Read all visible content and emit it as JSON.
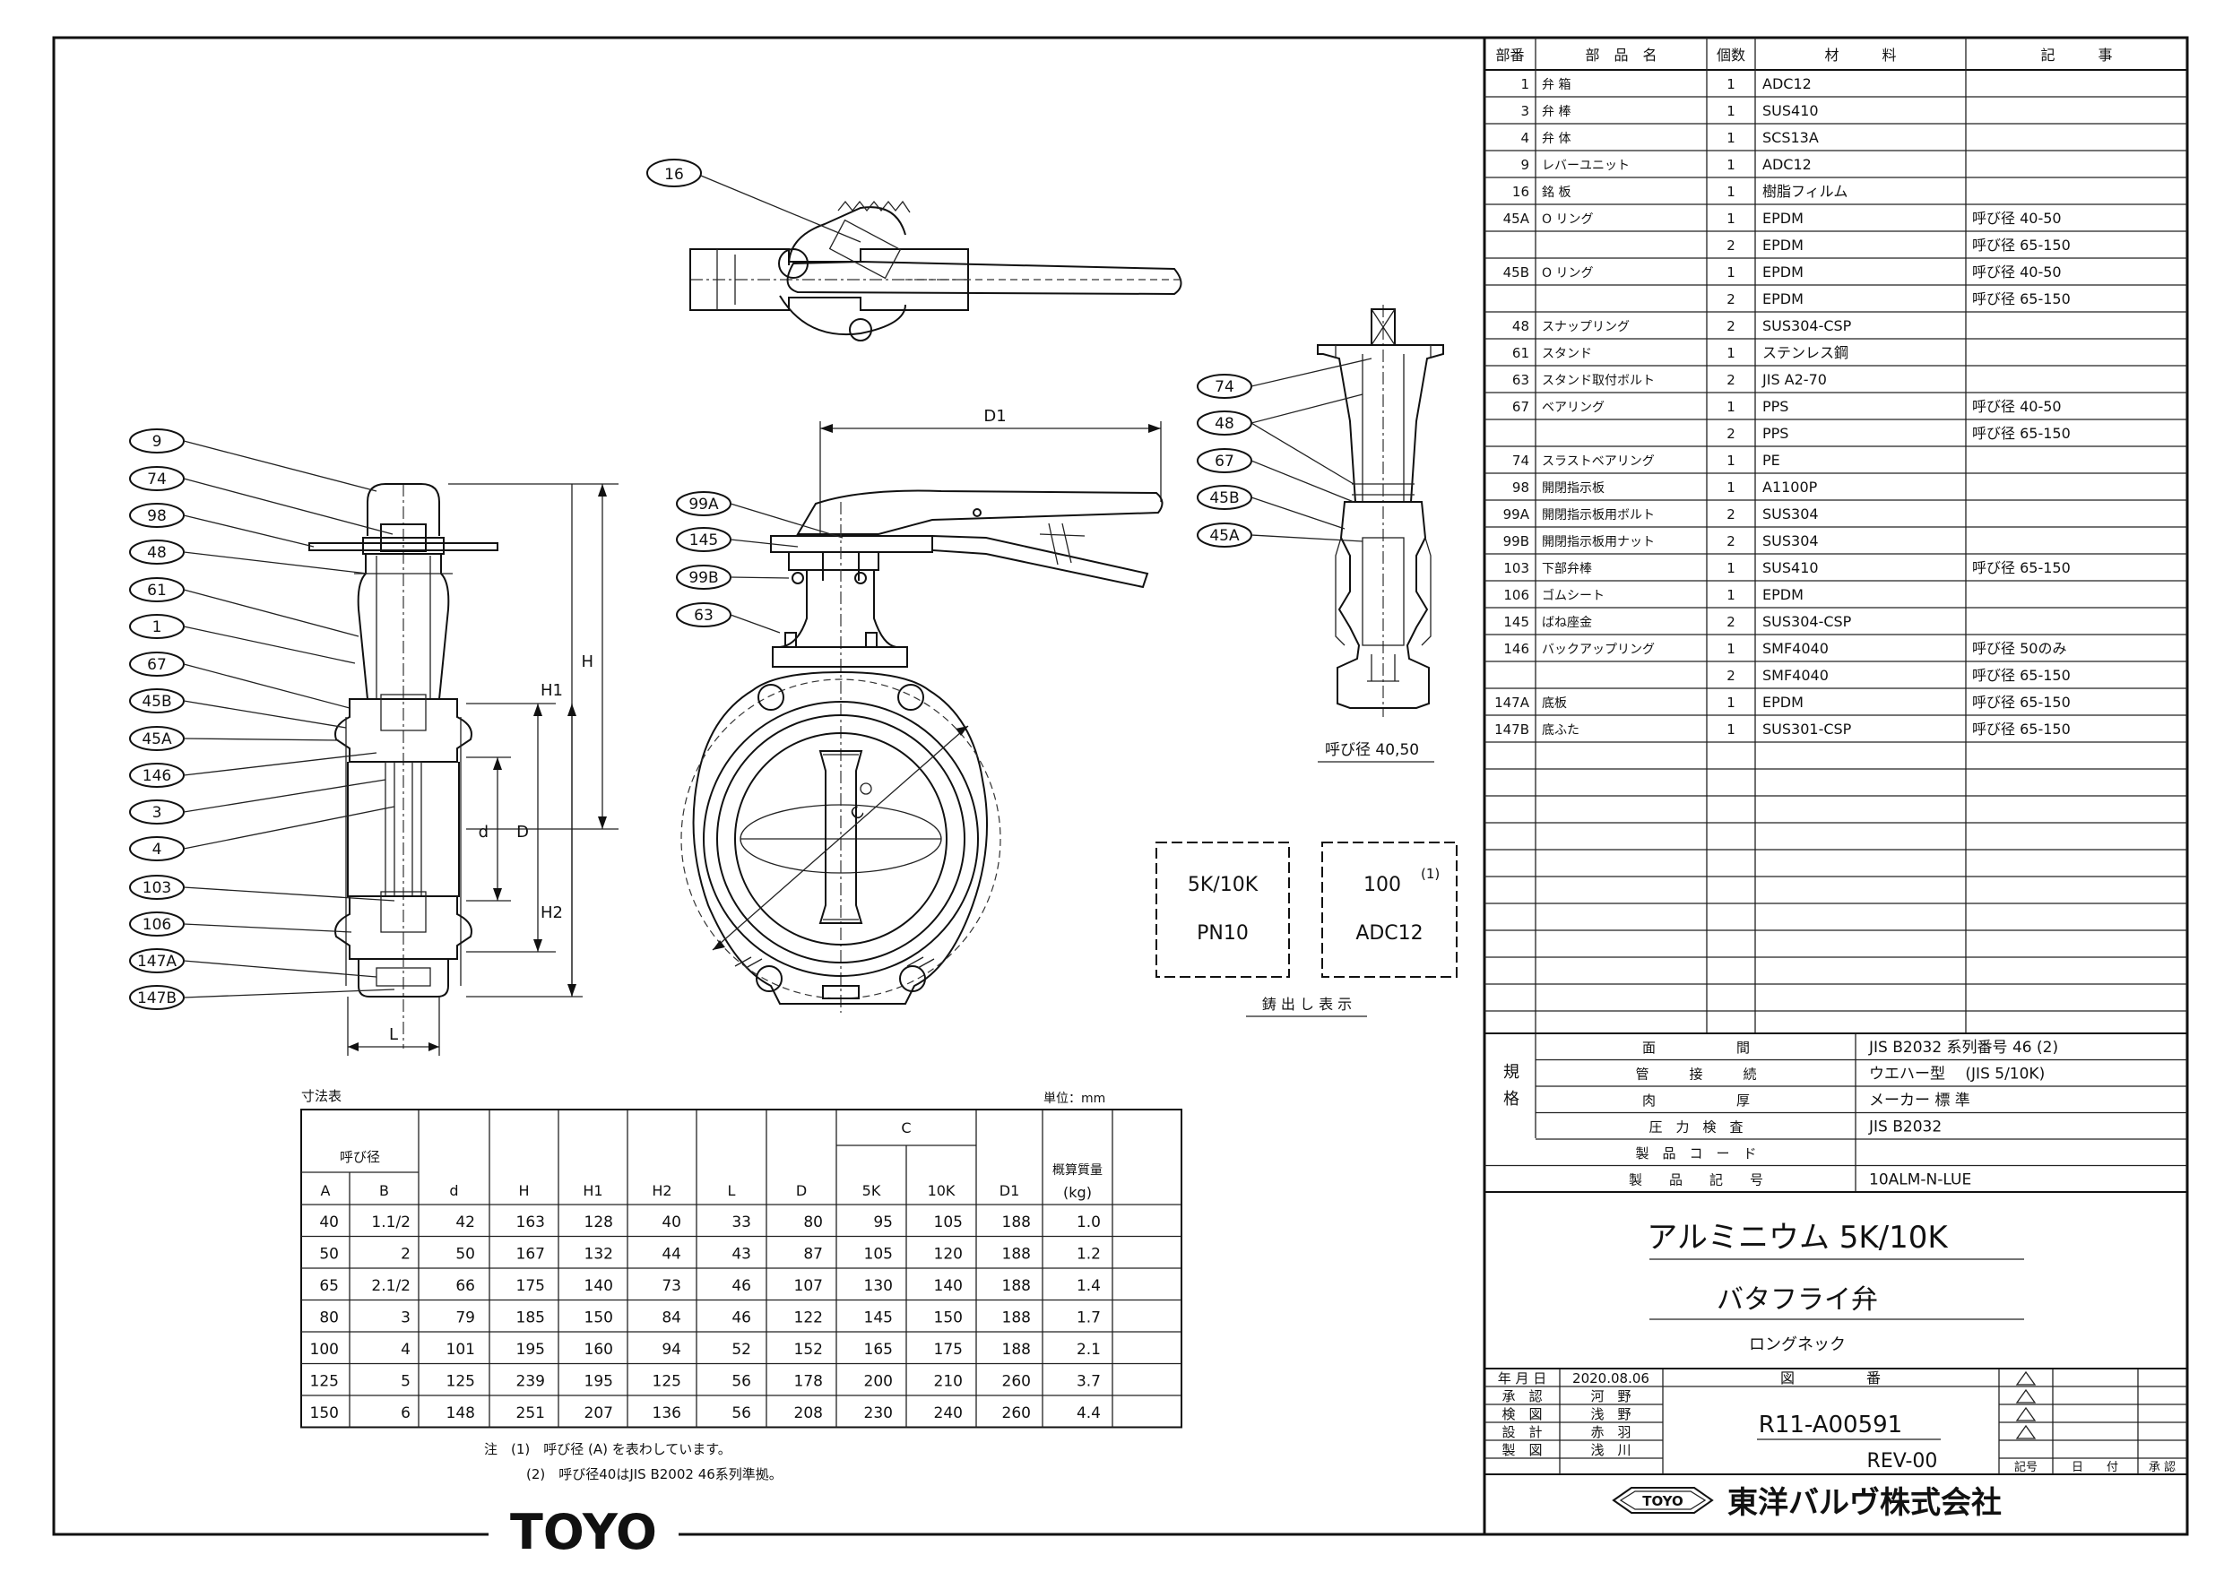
{
  "parts_header": {
    "no": "部番",
    "name": "部　品　名",
    "qty": "個数",
    "material": "材　　　料",
    "remarks": "記　　　事"
  },
  "parts": [
    [
      "1",
      "弁 箱",
      "1",
      "ADC12",
      ""
    ],
    [
      "3",
      "弁 棒",
      "1",
      "SUS410",
      ""
    ],
    [
      "4",
      "弁 体",
      "1",
      "SCS13A",
      ""
    ],
    [
      "9",
      "レバーユニット",
      "1",
      "ADC12",
      ""
    ],
    [
      "16",
      "銘 板",
      "1",
      "樹脂フィルム",
      ""
    ],
    [
      "45A",
      "O リング",
      "1",
      "EPDM",
      "呼び径 40-50"
    ],
    [
      "",
      "",
      "2",
      "EPDM",
      "呼び径 65-150"
    ],
    [
      "45B",
      "O リング",
      "1",
      "EPDM",
      "呼び径 40-50"
    ],
    [
      "",
      "",
      "2",
      "EPDM",
      "呼び径 65-150"
    ],
    [
      "48",
      "スナップリング",
      "2",
      "SUS304-CSP",
      ""
    ],
    [
      "61",
      "スタンド",
      "1",
      "ステンレス鋼",
      ""
    ],
    [
      "63",
      "スタンド取付ボルト",
      "2",
      "JIS A2-70",
      ""
    ],
    [
      "67",
      "ベアリング",
      "1",
      "PPS",
      "呼び径 40-50"
    ],
    [
      "",
      "",
      "2",
      "PPS",
      "呼び径 65-150"
    ],
    [
      "74",
      "スラストベアリング",
      "1",
      "PE",
      ""
    ],
    [
      "98",
      "開閉指示板",
      "1",
      "A1100P",
      ""
    ],
    [
      "99A",
      "開閉指示板用ボルト",
      "2",
      "SUS304",
      ""
    ],
    [
      "99B",
      "開閉指示板用ナット",
      "2",
      "SUS304",
      ""
    ],
    [
      "103",
      "下部弁棒",
      "1",
      "SUS410",
      "呼び径 65-150"
    ],
    [
      "106",
      "ゴムシート",
      "1",
      "EPDM",
      ""
    ],
    [
      "145",
      "ばね座金",
      "2",
      "SUS304-CSP",
      ""
    ],
    [
      "146",
      "バックアップリング",
      "1",
      "SMF4040",
      "呼び径 50のみ"
    ],
    [
      "",
      "",
      "2",
      "SMF4040",
      "呼び径 65-150"
    ],
    [
      "147A",
      "底板",
      "1",
      "EPDM",
      "呼び径 65-150"
    ],
    [
      "147B",
      "底ふた",
      "1",
      "SUS301-CSP",
      "呼び径 65-150"
    ]
  ],
  "spec": {
    "side_label": "規格",
    "rows": [
      {
        "label": "面　　　　　　間",
        "value": "JIS B2032 系列番号 46 (2)"
      },
      {
        "label": "管　　　接　　　続",
        "value": "ウエハー型　 (JIS 5/10K)"
      },
      {
        "label": "肉　　　　　　厚",
        "value": "メーカー 標 準"
      },
      {
        "label": "圧　力　検　査",
        "value": "JIS B2032"
      },
      {
        "label": "製　品　コ　ー　ド",
        "value": ""
      },
      {
        "label": "製　　品　　記　　号",
        "value": "10ALM-N-LUE"
      }
    ]
  },
  "product": {
    "title1": "アルミニウム 5K/10K",
    "title2": "バタフライ弁",
    "sub": "ロングネック"
  },
  "titleblock": {
    "date_label": "年 月 日",
    "date": "2020.08.06",
    "drawing_no_label": "図　　　　　番",
    "drawing_no": "R11-A00591",
    "rev": "REV-00",
    "people": [
      [
        "承　認",
        "河　野"
      ],
      [
        "検　図",
        "浅　野"
      ],
      [
        "設　計",
        "赤　羽"
      ],
      [
        "製　図",
        "浅　川"
      ]
    ],
    "rev_headers": [
      "記号",
      "日　　付",
      "承 認"
    ],
    "company": "東洋バルヴ株式会社",
    "logo": "TOYO"
  },
  "dims": {
    "unit_note": "寸法表",
    "unit": "単位：mm",
    "h_nominal": "呼び径",
    "h_A": "A",
    "h_B": "B",
    "h_d": "d",
    "h_H": "H",
    "h_H1": "H1",
    "h_H2": "H2",
    "h_L": "L",
    "h_D": "D",
    "h_C": "C",
    "h_5K": "5K",
    "h_10K": "10K",
    "h_D1": "D1",
    "h_mass": "概算質量",
    "h_kg": "(kg)",
    "rows": [
      [
        "40",
        "1.1/2",
        "42",
        "163",
        "128",
        "40",
        "33",
        "80",
        "95",
        "105",
        "188",
        "1.0"
      ],
      [
        "50",
        "2",
        "50",
        "167",
        "132",
        "44",
        "43",
        "87",
        "105",
        "120",
        "188",
        "1.2"
      ],
      [
        "65",
        "2.1/2",
        "66",
        "175",
        "140",
        "73",
        "46",
        "107",
        "130",
        "140",
        "188",
        "1.4"
      ],
      [
        "80",
        "3",
        "79",
        "185",
        "150",
        "84",
        "46",
        "122",
        "145",
        "150",
        "188",
        "1.7"
      ],
      [
        "100",
        "4",
        "101",
        "195",
        "160",
        "94",
        "52",
        "152",
        "165",
        "175",
        "188",
        "2.1"
      ],
      [
        "125",
        "5",
        "125",
        "239",
        "195",
        "125",
        "56",
        "178",
        "200",
        "210",
        "260",
        "3.7"
      ],
      [
        "150",
        "6",
        "148",
        "251",
        "207",
        "136",
        "56",
        "208",
        "230",
        "240",
        "260",
        "4.4"
      ]
    ],
    "notes": [
      "注　(1)　呼び径 (A) を表わしています。",
      "(2)　呼び径40はJIS B2002 46系列準拠。"
    ]
  },
  "casting": {
    "box1_l1": "5K/10K",
    "box1_l2": "PN10",
    "box2_l1": "100",
    "box2_sup": "(1)",
    "box2_l2": "ADC12",
    "caption": "鋳 出 し 表 示"
  },
  "small_view_caption": "呼び径 40,50",
  "callouts_left": [
    "9",
    "74",
    "98",
    "48",
    "61",
    "1",
    "67",
    "45B",
    "45A",
    "146",
    "3",
    "4",
    "103",
    "106",
    "147A",
    "147B"
  ],
  "callouts_mid": [
    "99A",
    "145",
    "99B",
    "63"
  ],
  "callouts_top": [
    "16"
  ],
  "callouts_right": [
    "74",
    "48",
    "67",
    "45B",
    "45A"
  ],
  "dim_labels": {
    "H": "H",
    "H1": "H1",
    "H2": "H2",
    "d": "d",
    "D": "D",
    "L": "L",
    "D1": "D1",
    "C": "C"
  },
  "brand_footer": "TOYO"
}
